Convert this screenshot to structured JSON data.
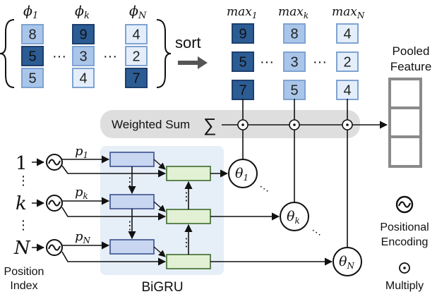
{
  "phi_columns": [
    {
      "label": "ϕ",
      "sub": "1",
      "values": [
        "8",
        "5",
        "5"
      ],
      "shades": [
        "#a9c6ea",
        "#2c5c94",
        "#a9c6ea"
      ]
    },
    {
      "label": "ϕ",
      "sub": "k",
      "values": [
        "9",
        "3",
        "4"
      ],
      "shades": [
        "#2c5c94",
        "#a9c6ea",
        "#e3eefa"
      ]
    },
    {
      "label": "ϕ",
      "sub": "N",
      "values": [
        "4",
        "2",
        "7"
      ],
      "shades": [
        "#e3eefa",
        "#e3eefa",
        "#2c5c94"
      ]
    }
  ],
  "max_columns": [
    {
      "label": "max",
      "sub": "1",
      "values": [
        "9",
        "5",
        "7"
      ],
      "shades": [
        "#2c5c94",
        "#2c5c94",
        "#2c5c94"
      ]
    },
    {
      "label": "max",
      "sub": "k",
      "values": [
        "8",
        "3",
        "5"
      ],
      "shades": [
        "#a9c6ea",
        "#a9c6ea",
        "#a9c6ea"
      ]
    },
    {
      "label": "max",
      "sub": "N",
      "values": [
        "4",
        "2",
        "4"
      ],
      "shades": [
        "#e3eefa",
        "#e3eefa",
        "#e3eefa"
      ]
    }
  ],
  "sort_label": "sort",
  "ellipsis": "···",
  "vellipsis": "⋮",
  "pooled_feature": [
    "Pooled",
    "Feature"
  ],
  "weighted_sum": "Weighted Sum",
  "sigma": "∑",
  "positions": [
    "1",
    "k",
    "N"
  ],
  "pos_encodings": [
    {
      "label": "p",
      "sub": "1"
    },
    {
      "label": "p",
      "sub": "k"
    },
    {
      "label": "p",
      "sub": "N"
    }
  ],
  "thetas": [
    {
      "label": "θ",
      "sub": "1"
    },
    {
      "label": "θ",
      "sub": "k"
    },
    {
      "label": "θ",
      "sub": "N"
    }
  ],
  "position_index": [
    "Position",
    "Index"
  ],
  "bigru": "BiGRU",
  "legend": {
    "positional_encoding": [
      "Positional",
      "Encoding"
    ],
    "multiply": "Multiply"
  },
  "colors": {
    "dark_blue": "#2c5c94",
    "mid_blue": "#a9c6ea",
    "light_blue": "#e3eefa",
    "gru_blue": "#c9d6f2",
    "gru_green": "#e2f0d4",
    "bigru_bg": "#e6eef8",
    "band_bg": "#dedede",
    "pooled_gray": "#8a8a8a"
  }
}
